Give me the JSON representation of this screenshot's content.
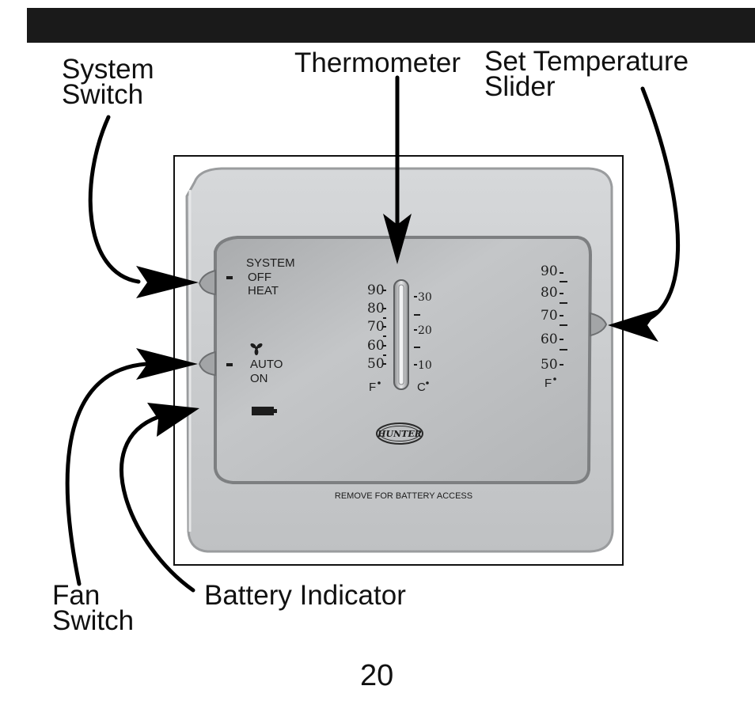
{
  "callouts": {
    "system_switch": [
      "System",
      "Switch"
    ],
    "thermometer": "Thermometer",
    "set_temperature_slider": [
      "Set Temperature",
      "Slider"
    ],
    "fan_switch": [
      "Fan",
      "Switch"
    ],
    "battery_indicator": "Battery Indicator"
  },
  "device": {
    "system_label": "SYSTEM",
    "system_options": [
      "OFF",
      "HEAT"
    ],
    "fan_icon": "fan-icon",
    "fan_options": [
      "AUTO",
      "ON"
    ],
    "battery_icon": "battery-icon",
    "thermometer_f_ticks": [
      "90",
      "80",
      "70",
      "60",
      "50"
    ],
    "thermometer_c_ticks": [
      "30",
      "20",
      "10"
    ],
    "f_unit": "F",
    "c_unit": "C",
    "slider_ticks": [
      "90",
      "80",
      "70",
      "60",
      "50"
    ],
    "slider_unit": "F",
    "brand": "HUNTER",
    "footer_text": "REMOVE FOR BATTERY ACCESS"
  },
  "page_number": "20",
  "colors": {
    "header_bar": "#1a1a1a",
    "device_body": "#c7c9cb",
    "display_panel": "#b9bbbd",
    "arrow": "#000000"
  }
}
